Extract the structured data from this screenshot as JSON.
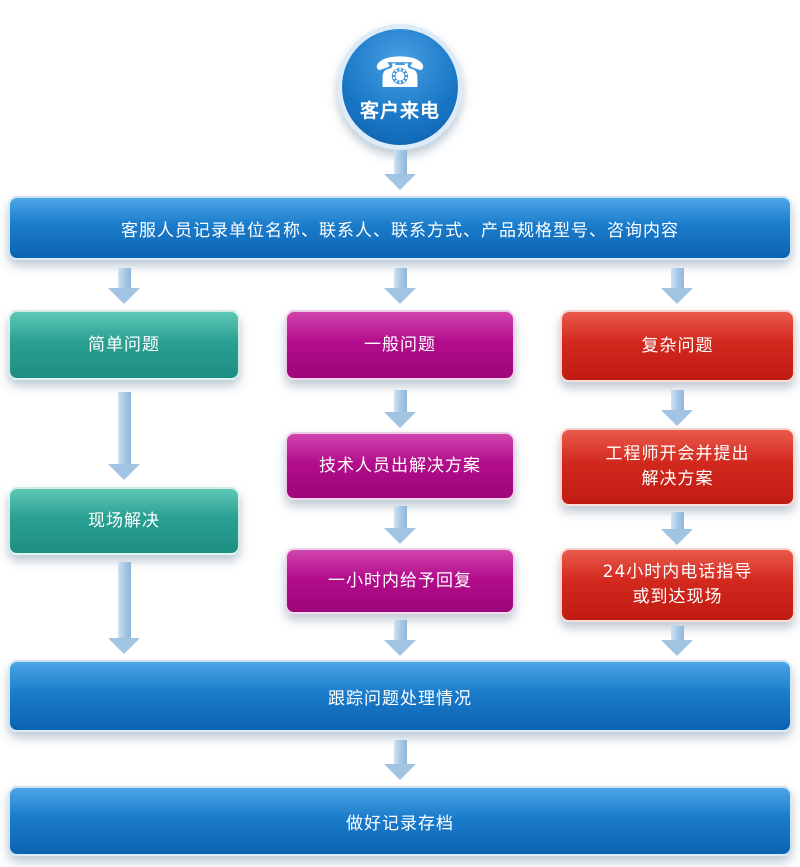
{
  "start": {
    "label": "客户来电",
    "icon": "phone-icon"
  },
  "record": {
    "label": "客服人员记录单位名称、联系人、联系方式、产品规格型号、咨询内容"
  },
  "simple": {
    "problem": "简单问题",
    "resolve": "现场解决"
  },
  "general": {
    "problem": "一般问题",
    "solution": "技术人员出解决方案",
    "reply": "一小时内给予回复"
  },
  "complex": {
    "problem": "复杂问题",
    "solution_line1": "工程师开会并提出",
    "solution_line2": "解决方案",
    "response_line1": "24小时内电话指导",
    "response_line2": "或到达现场"
  },
  "track": {
    "label": "跟踪问题处理情况"
  },
  "archive": {
    "label": "做好记录存档"
  },
  "colors": {
    "blue": "#0f6cbd",
    "teal": "#27a093",
    "magenta": "#b30d8c",
    "red": "#d2281e",
    "arrow": "#a8c9e6"
  }
}
